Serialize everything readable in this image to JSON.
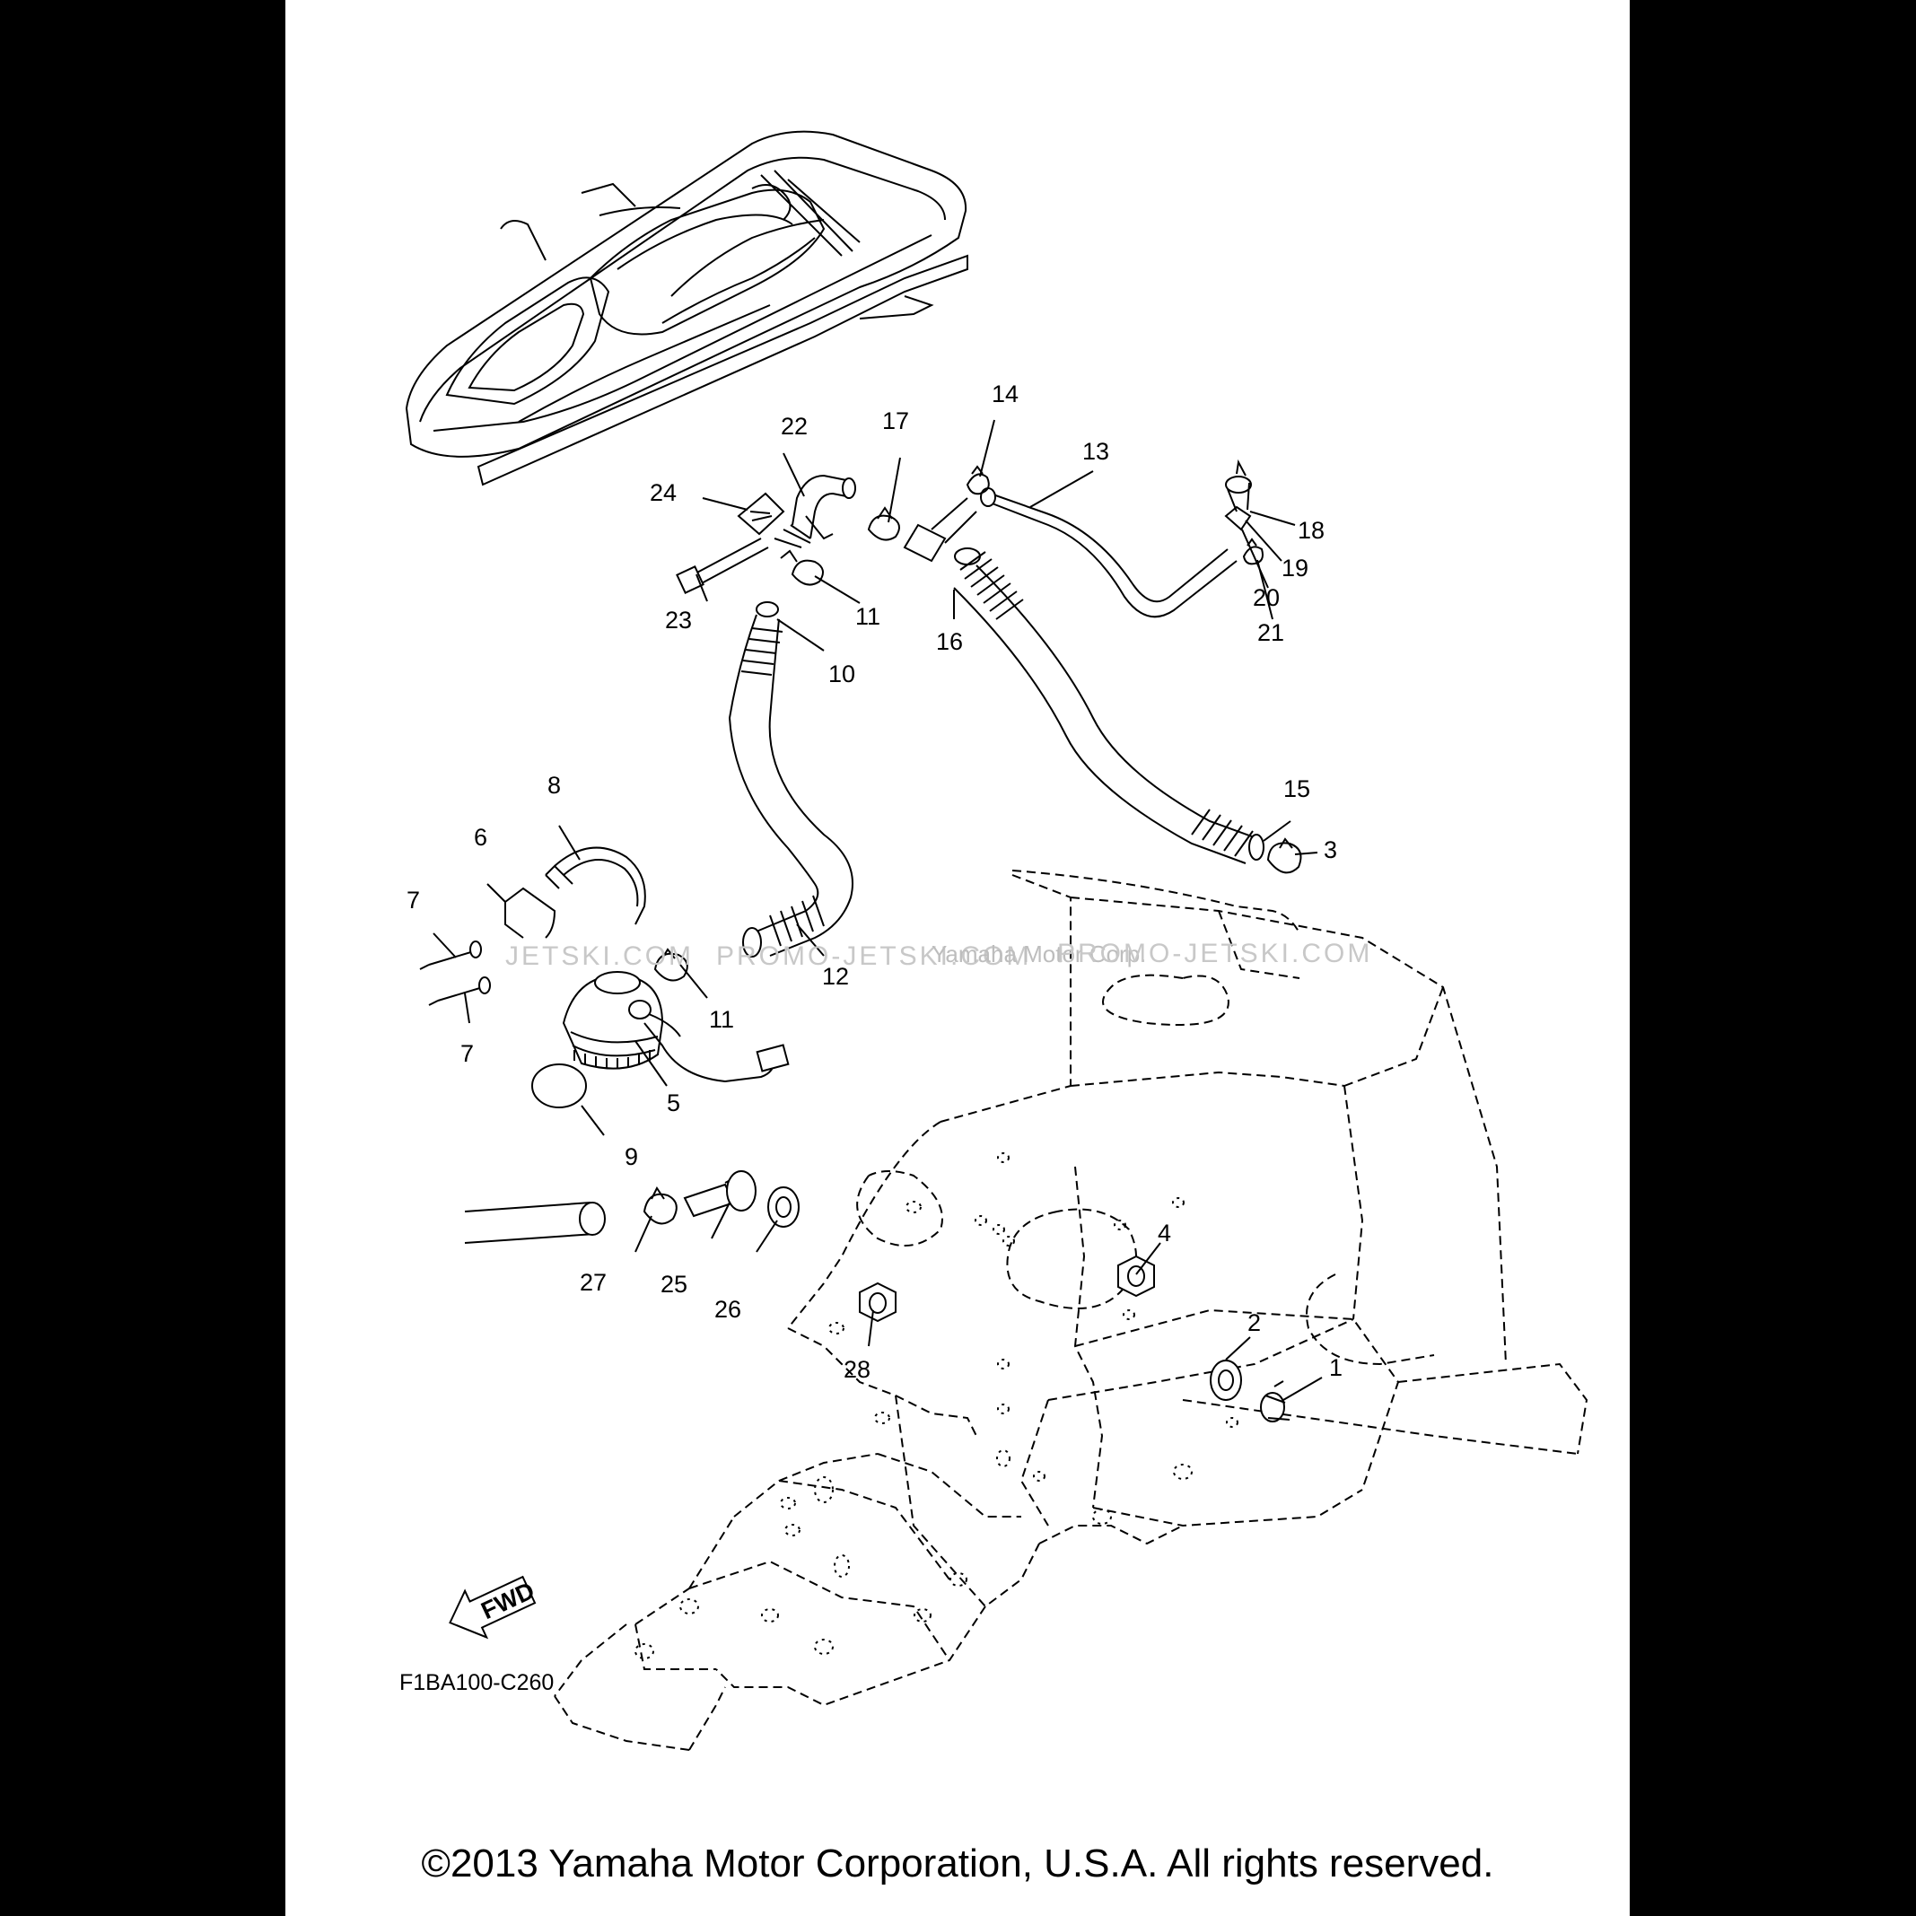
{
  "diagram": {
    "code": "F1BA100-C260",
    "fwd_label": "FWD",
    "copyright": "©2013 Yamaha Motor Corporation, U.S.A. All rights reserved.",
    "watermark_left": "JETSKI.COM",
    "watermark_mid": "PROMO-JETSKI.COM",
    "watermark_center": "Yamaha Motor Corp.",
    "watermark_right": "PROMO-JETSKI.COM"
  },
  "callouts": [
    "1",
    "2",
    "3",
    "4",
    "5",
    "6",
    "7",
    "7",
    "8",
    "9",
    "10",
    "11",
    "11",
    "12",
    "13",
    "14",
    "15",
    "16",
    "17",
    "18",
    "19",
    "20",
    "21",
    "22",
    "23",
    "24",
    "25",
    "26",
    "27",
    "28"
  ]
}
